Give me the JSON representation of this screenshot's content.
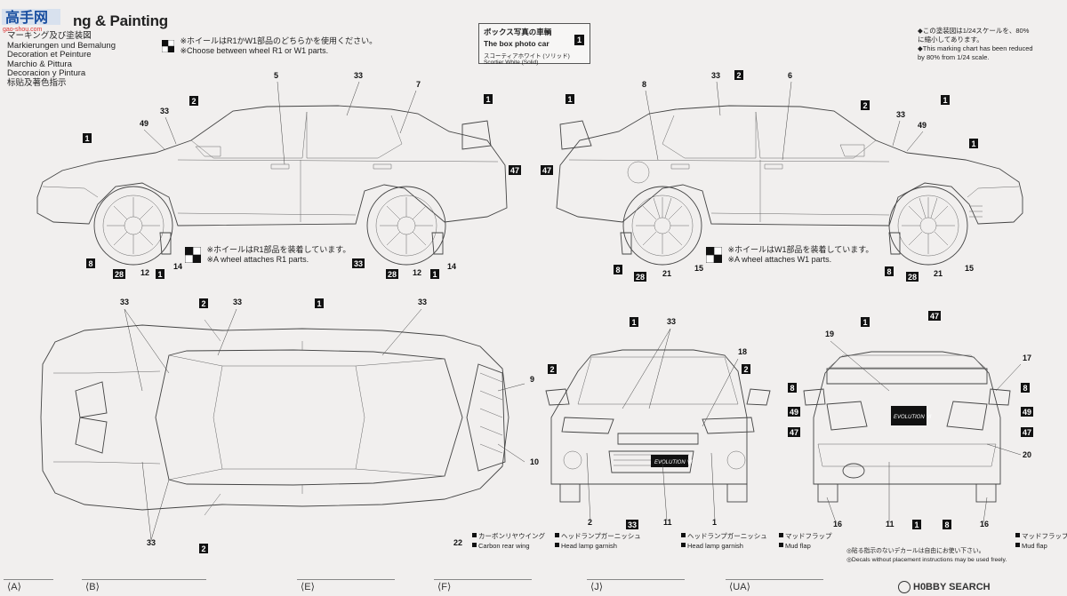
{
  "header": {
    "title": "ng & Painting",
    "watermark": "高手网",
    "watermark_sub": "gao-shou.com",
    "languages": [
      "マーキング及び塗装図",
      "Markierungen und Bemalung",
      "Decoration et Peinture",
      "Marchio & Pittura",
      "Decoracion y Pintura",
      "标贴及著色指示"
    ]
  },
  "wheel_note": {
    "jp": "※ホイールはR1かW1部品のどちらかを使用ください。",
    "en": "※Choose between wheel R1 or W1 parts."
  },
  "box_car": {
    "jp": "ボックス写真の車輌",
    "en": "The box photo car",
    "color": "スコーティアホワイト (ソリッド)",
    "color_en": "Scortier White (Solid)",
    "number": "1"
  },
  "scale_note": {
    "jp1": "◆この塗装図は1/24スケールを、80%",
    "jp2": "に縮小してあります。",
    "en1": "◆This marking chart has been reduced",
    "en2": "by 80% from 1/24 scale."
  },
  "left_wheel_note": {
    "jp": "※ホイールはR1部品を装着しています。",
    "en": "※A wheel attaches R1 parts."
  },
  "right_wheel_note": {
    "jp": "※ホイールはW1部品を装着しています。",
    "en": "※A wheel attaches W1 parts."
  },
  "legend_front": [
    {
      "num": "22",
      "jp": "カーボンリヤウイング",
      "en": "Carbon rear wing"
    },
    {
      "num": "2",
      "jp": "ヘッドランプガーニッシュ",
      "en": "Head lamp garnish"
    },
    {
      "num": "1",
      "jp": "ヘッドランプガーニッシュ",
      "en": "Head lamp garnish"
    }
  ],
  "legend_rear": [
    {
      "num": "16",
      "jp": "マッドフラップ",
      "en": "Mud flap"
    },
    {
      "num": "16",
      "jp": "マッドフラップ",
      "en": "Mud flap"
    }
  ],
  "bottom_notes": {
    "jp1": "◎貼る指示のないデカールは自由にお使い下さい。",
    "en1": "◎Decals without placement instructions may be used freely."
  },
  "badge_text": "EVOLUTION Ⅵ",
  "footer": {
    "tabs": [
      "A",
      "B",
      "E",
      "F",
      "J",
      "UA"
    ],
    "brand": "H0BBY SEARCH"
  },
  "colors": {
    "background": "#f1efee",
    "ink": "#222222",
    "badge": "#111111"
  }
}
